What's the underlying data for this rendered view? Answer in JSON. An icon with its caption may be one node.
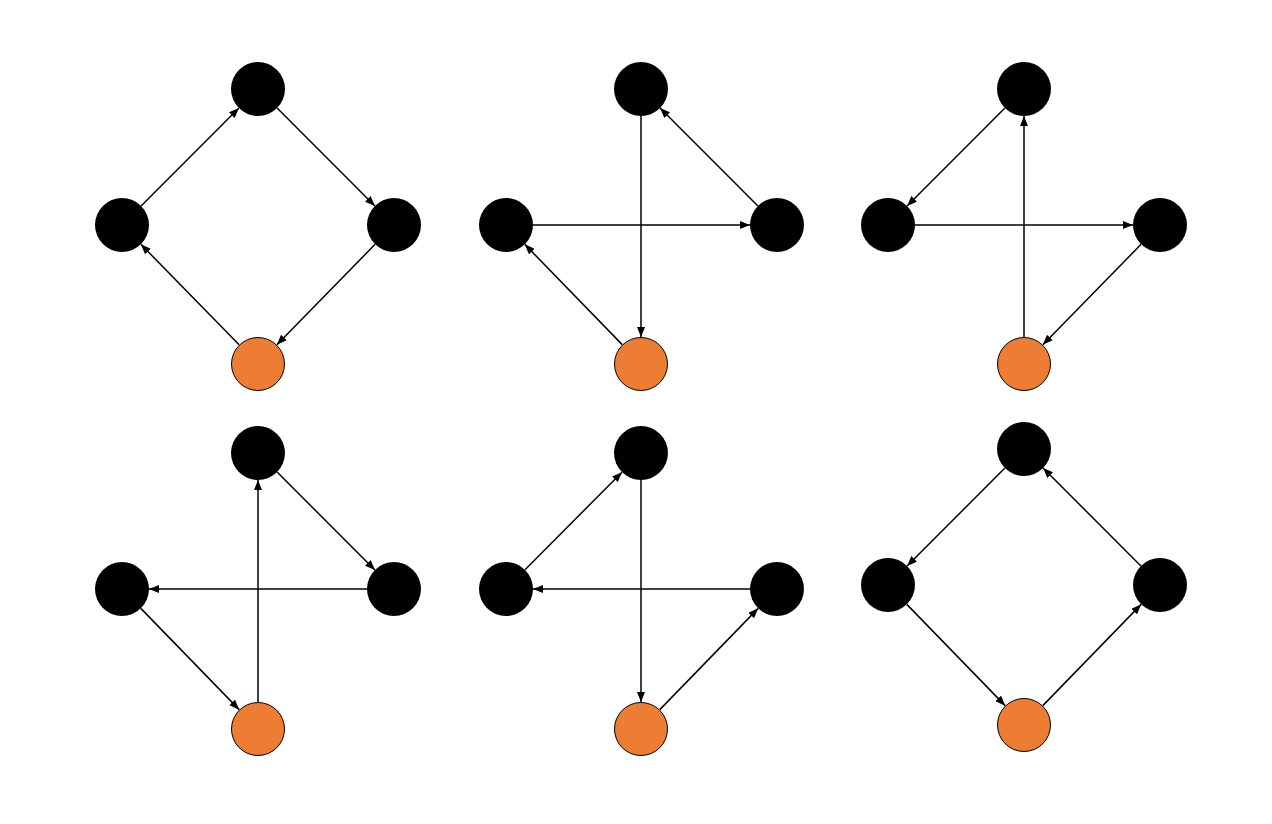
{
  "diagram": {
    "nodes": [
      {
        "text": [],
        "shape": "circle"
      },
      {
        "text": [],
        "shape": "circle"
      },
      {
        "text": [],
        "shape": "circle"
      },
      {
        "text": [],
        "shape": "circle"
      },
      {
        "text": [],
        "shape": "circle"
      },
      {
        "text": [],
        "shape": "circle"
      },
      {
        "text": [],
        "shape": "circle"
      },
      {
        "text": [],
        "shape": "circle"
      },
      {
        "text": [],
        "shape": "circle"
      },
      {
        "text": [],
        "shape": "circle"
      },
      {
        "text": [],
        "shape": "circle"
      },
      {
        "text": [],
        "shape": "circle"
      },
      {
        "text": [],
        "shape": "circle"
      },
      {
        "text": [],
        "shape": "circle"
      },
      {
        "text": [],
        "shape": "circle"
      },
      {
        "text": [],
        "shape": "circle"
      },
      {
        "text": [],
        "shape": "circle"
      },
      {
        "text": [],
        "shape": "circle"
      },
      {
        "text": [],
        "shape": "circle"
      },
      {
        "text": [],
        "shape": "circle"
      },
      {
        "text": [],
        "shape": "circle"
      },
      {
        "text": [],
        "shape": "circle"
      },
      {
        "text": [],
        "shape": "circle"
      },
      {
        "text": [],
        "shape": "circle"
      }
    ],
    "edges": [
      {
        "from": 1,
        "to": 0,
        "arrow": "to"
      },
      {
        "from": 0,
        "to": 2,
        "arrow": "to"
      },
      {
        "from": 2,
        "to": 3,
        "arrow": "to"
      },
      {
        "from": 3,
        "to": 1,
        "arrow": "to"
      },
      {
        "from": 4,
        "to": 7,
        "arrow": "to"
      },
      {
        "from": 6,
        "to": 4,
        "arrow": "to"
      },
      {
        "from": 5,
        "to": 6,
        "arrow": "to"
      },
      {
        "from": 7,
        "to": 5,
        "arrow": "to"
      },
      {
        "from": 8,
        "to": 9,
        "arrow": "to"
      },
      {
        "from": 9,
        "to": 10,
        "arrow": "to"
      },
      {
        "from": 10,
        "to": 11,
        "arrow": "to"
      },
      {
        "from": 11,
        "to": 8,
        "arrow": "to"
      },
      {
        "from": 12,
        "to": 14,
        "arrow": "to"
      },
      {
        "from": 14,
        "to": 13,
        "arrow": "to"
      },
      {
        "from": 13,
        "to": 15,
        "arrow": "to"
      },
      {
        "from": 15,
        "to": 12,
        "arrow": "to"
      },
      {
        "from": 17,
        "to": 16,
        "arrow": "to"
      },
      {
        "from": 16,
        "to": 19,
        "arrow": "to"
      },
      {
        "from": 18,
        "to": 17,
        "arrow": "to"
      },
      {
        "from": 19,
        "to": 18,
        "arrow": "to"
      },
      {
        "from": 20,
        "to": 21,
        "arrow": "to"
      },
      {
        "from": 21,
        "to": 23,
        "arrow": "to"
      },
      {
        "from": 23,
        "to": 22,
        "arrow": "to"
      },
      {
        "from": 22,
        "to": 20,
        "arrow": "to"
      }
    ]
  }
}
